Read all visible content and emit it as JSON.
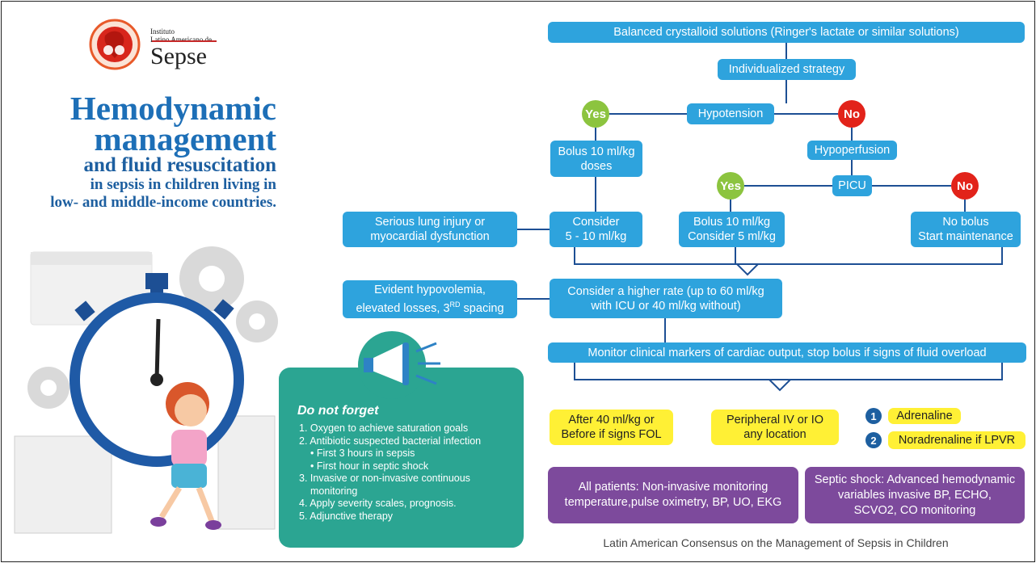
{
  "logo": {
    "institute_line1": "Instituto",
    "institute_line2": "Latino Americano de",
    "institute_name": "Sepse"
  },
  "title": {
    "line1": "Hemodynamic",
    "line2": "management",
    "line3": "and fluid resuscitation",
    "line4": "in sepsis in children living in",
    "line5": "low- and middle-income countries."
  },
  "flow": {
    "crystalloid": "Balanced crystalloid solutions (Ringer's lactate or similar solutions)",
    "individualized": "Individualized strategy",
    "hypotension": "Hypotension",
    "yes1": "Yes",
    "no1": "No",
    "bolus_doses_l1": "Bolus 10 ml/kg",
    "bolus_doses_l2": "doses",
    "hypoperfusion": "Hypoperfusion",
    "picu": "PICU",
    "yes2": "Yes",
    "no2": "No",
    "lung_l1": "Serious lung injury or",
    "lung_l2": "myocardial dysfunction",
    "consider_l1": "Consider",
    "consider_l2": "5 - 10 ml/kg",
    "bolus_consider_l1": "Bolus 10 ml/kg",
    "bolus_consider_l2": "Consider 5 ml/kg",
    "nobolus_l1": "No bolus",
    "nobolus_l2": "Start maintenance",
    "hypovolemia_l1": "Evident hypovolemia,",
    "hypovolemia_l2a": "elevated losses, 3",
    "hypovolemia_sup": "RD",
    "hypovolemia_l2b": " spacing",
    "higher_l1": "Consider a higher rate (up to 60 ml/kg",
    "higher_l2": "with ICU or 40 ml/kg without)",
    "monitor": "Monitor clinical markers of cardiac output, stop bolus if signs of fluid overload",
    "after_l1": "After 40 ml/kg or",
    "after_l2": "Before if signs FOL",
    "peripheral_l1": "Peripheral IV or IO",
    "peripheral_l2": "any location",
    "n1": "1",
    "adrenaline": "Adrenaline",
    "n2": "2",
    "noradrenaline": "Noradrenaline if LPVR",
    "all_l1": "All patients: Non-invasive monitoring",
    "all_l2": "temperature,pulse oximetry, BP, UO, EKG",
    "septic_l1": "Septic shock: Advanced hemodynamic",
    "septic_l2": "variables  invasive BP, ECHO,",
    "septic_l3": "SCVO2, CO monitoring"
  },
  "card": {
    "title": "Do not forget",
    "items": [
      "1.  Oxygen to achieve saturation goals",
      "2.  Antibiotic suspected bacterial infection",
      "• First 3 hours in sepsis",
      "• First hour in septic shock",
      "3.  Invasive or non-invasive continuous",
      "monitoring",
      "4.  Apply severity scales, prognosis.",
      "5.  Adjunctive therapy"
    ]
  },
  "footer": "Latin American Consensus on the Management of Sepsis in Children",
  "colors": {
    "flow_blue": "#2ea3dd",
    "title_blue": "#1d6fb7",
    "yes_green": "#8cc43f",
    "no_red": "#e2231a",
    "note_yellow": "#fff035",
    "monitor_purple": "#7d4a9c",
    "card_teal": "#2ba592"
  }
}
